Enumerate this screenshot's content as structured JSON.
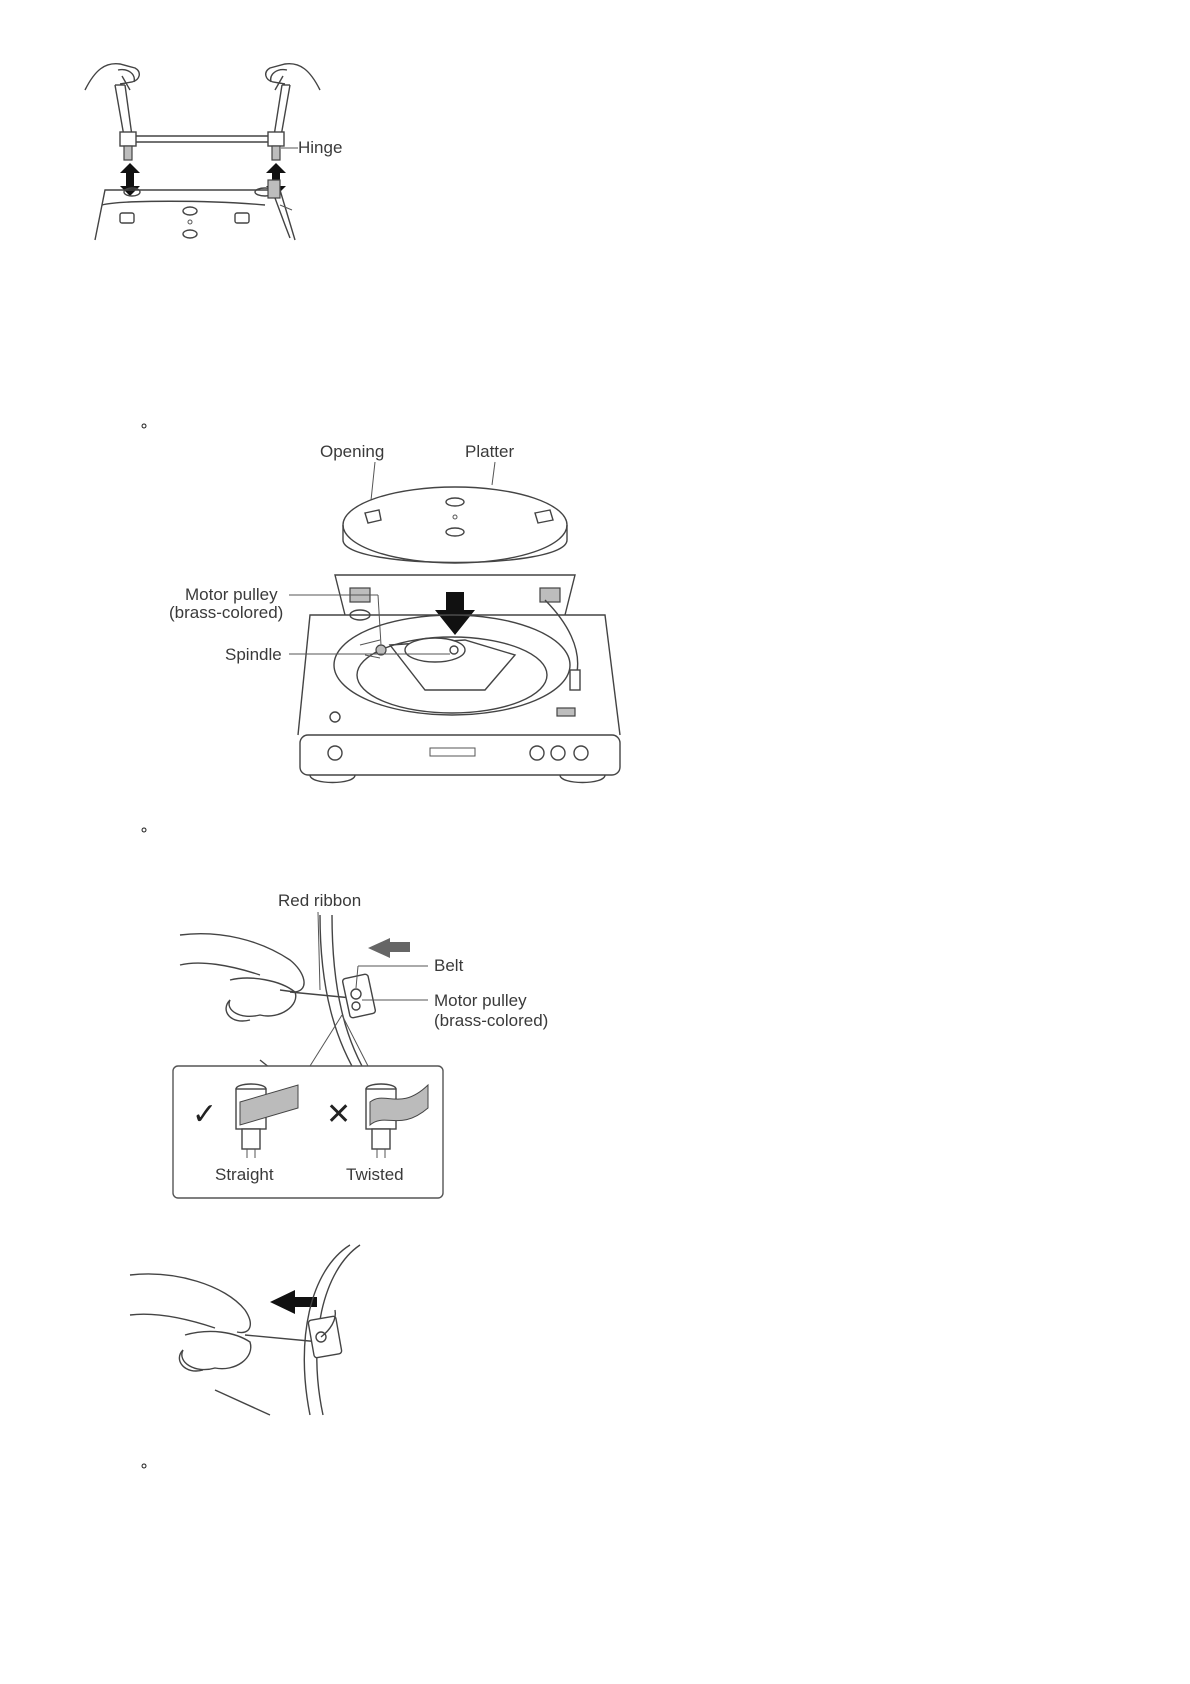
{
  "figure1": {
    "labels": {
      "hinge": "Hinge"
    }
  },
  "step_markers": [
    "∘",
    "∘",
    "∘"
  ],
  "figure2": {
    "labels": {
      "opening": "Opening",
      "platter": "Platter",
      "motor_pulley": "Motor pulley",
      "motor_pulley_note": "(brass-colored)",
      "spindle": "Spindle"
    }
  },
  "figure3": {
    "labels": {
      "red_ribbon": "Red ribbon",
      "belt": "Belt",
      "motor_pulley": "Motor pulley",
      "motor_pulley_note": "(brass-colored)"
    },
    "inset": {
      "correct_mark": "✓",
      "wrong_mark": "✕",
      "straight": "Straight",
      "twisted": "Twisted"
    }
  },
  "colors": {
    "line": "#444444",
    "arrow_dark": "#111111",
    "arrow_gray": "#666666",
    "inset_border": "#555555"
  }
}
